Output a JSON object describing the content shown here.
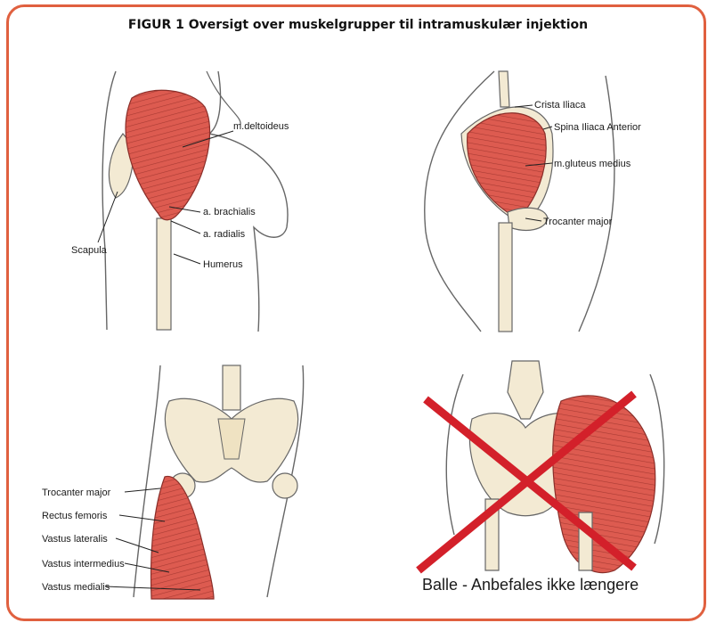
{
  "title": "FIGUR 1 Oversigt over muskelgrupper til intramuskulær injektion",
  "colors": {
    "border": "#e0603f",
    "muscle": "#d9534a",
    "bone": "#f3ead3",
    "outline": "#555555",
    "cross": "#d3202a"
  },
  "panel_shoulder": {
    "labels": {
      "deltoid": "m.deltoideus",
      "brachialis": "a. brachialis",
      "radialis": "a. radialis",
      "scapula": "Scapula",
      "humerus": "Humerus"
    }
  },
  "panel_hip": {
    "labels": {
      "crista": "Crista Iliaca",
      "spina": "Spina Iliaca Anterior",
      "gluteus": "m.gluteus medius",
      "trocanter": "Trocanter major"
    }
  },
  "panel_thigh": {
    "labels": {
      "trocanter": "Trocanter major",
      "rectus": "Rectus femoris",
      "lateralis": "Vastus lateralis",
      "intermedius": "Vastus intermedius",
      "medialis": "Vastus medialis"
    }
  },
  "panel_buttock": {
    "caption": "Balle - Anbefales ikke længere"
  }
}
